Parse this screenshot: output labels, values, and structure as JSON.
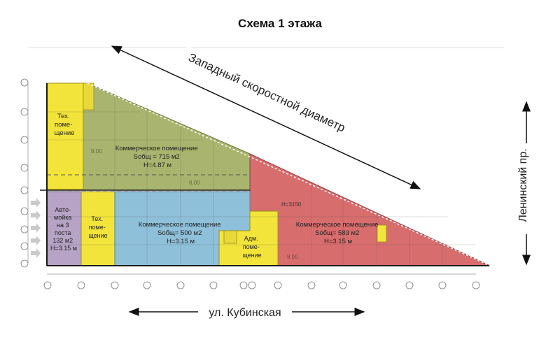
{
  "title": "Схема 1 этажа",
  "streets": {
    "west": "Западный скоростной диаметр",
    "south": "ул. Кубинская",
    "east": "Ленинский пр."
  },
  "rooms": {
    "tech_top": [
      "Тех.",
      "поме-",
      "щение"
    ],
    "commercial_green": [
      "Коммерческое помещение",
      "Sобщ = 715 м2",
      "H=4.87 м"
    ],
    "carwash": [
      "Авто-",
      "мойка",
      "на 3",
      "поста",
      "132 м2",
      "H=3.15 м"
    ],
    "tech_mid": [
      "Тех.",
      "поме-",
      "щение"
    ],
    "commercial_blue": [
      "Коммерческое помещение",
      "Sобщ= 500 м2",
      "H=3.15 м"
    ],
    "admin": [
      "Адм.",
      "поме-",
      "щение"
    ],
    "commercial_red": [
      "Коммерческое помещение",
      "Sобщ= 583 м2",
      "H=3.15 м"
    ]
  },
  "marks": {
    "height_red": "H=3150",
    "mark_green": "8.00",
    "mark_green2": "8.00",
    "mark_red": "8.00"
  },
  "colors": {
    "green": "#a9b56e",
    "yellow": "#f2e43a",
    "purple": "#b7a3c6",
    "blue": "#8fc0da",
    "red": "#d86d6e"
  }
}
